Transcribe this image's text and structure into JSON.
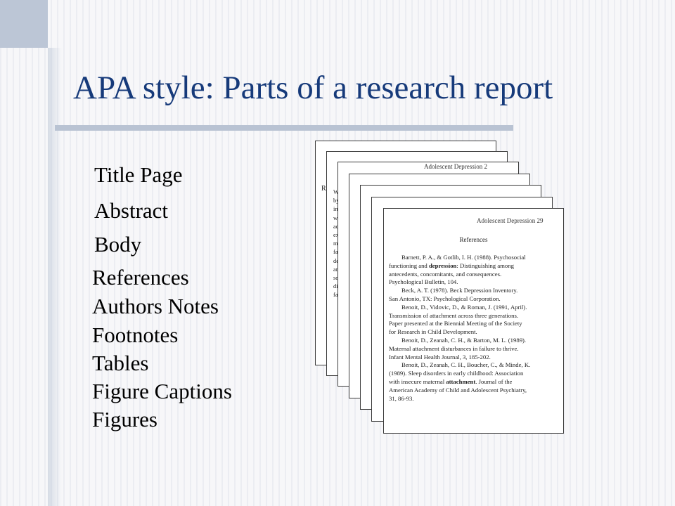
{
  "title": "APA style: Parts of a research report",
  "parts": [
    "Title Page",
    "Abstract",
    "Body",
    "References",
    "Authors Notes",
    "Footnotes",
    "Tables",
    "Figure Captions",
    "Figures"
  ],
  "stack": {
    "page2_header": "Adolescent Depression 2",
    "partial_letter": "R",
    "partial_fragments": [
      "We",
      "by",
      "inv",
      "wit",
      "adu",
      "exp",
      "ma",
      "fan",
      "dep",
      "and",
      "sec",
      "dif",
      "fan"
    ],
    "ref_page_header": "Adolescent Depression 29",
    "ref_heading": "References",
    "ref_lines": [
      {
        "text": "Barnett, P. A., & Gotlib, I. H. (1988). Psychosocial",
        "indent": true
      },
      {
        "pre": "functioning and ",
        "bold": "depression",
        "post": ": Distinguishing among"
      },
      {
        "text": "antecedents, concomitants, and consequences."
      },
      {
        "text": "Psychological Bulletin, 104."
      },
      {
        "text": "Beck, A. T. (1978). Beck Depression Inventory.",
        "indent": true
      },
      {
        "text": "San Antonio, TX: Psychological Corporation."
      },
      {
        "text": "Benoit, D., Vidovic, D., & Roman, J. (1991, April).",
        "indent": true
      },
      {
        "text": "Transmission of attachment across three generations."
      },
      {
        "text": "Paper presented at the Biennial Meeting of the Society"
      },
      {
        "text": "for Research in Child Development."
      },
      {
        "text": "Benoit, D., Zeanah, C. H., & Barton, M. L. (1989).",
        "indent": true
      },
      {
        "text": "Maternal attachment disturbances in failure to thrive."
      },
      {
        "text": "Infant Mental Health Journal, 3, 185-202."
      },
      {
        "text": "Benoit, D., Zeanah, C. H., Boucher, C., & Minde, K.",
        "indent": true
      },
      {
        "text": "(1989). Sleep disorders in early childhood: Association"
      },
      {
        "pre": "with insecure maternal ",
        "bold": "attachment",
        "post": ". Journal of the"
      },
      {
        "text": "American Academy of Child and Adolescent Psychiatry,"
      },
      {
        "text": "31, 86-93."
      }
    ]
  }
}
